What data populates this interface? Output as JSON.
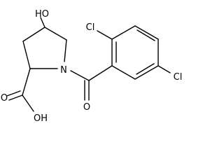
{
  "molecule": {
    "atom_labels": {
      "hydroxyl_oh": "HO",
      "nitrogen": "N",
      "carbonyl_o": "O",
      "acid_oh": "OH",
      "acid_o": "O",
      "chlorine_ortho": "Cl",
      "chlorine_meta": "Cl"
    },
    "colors": {
      "line": "#000000",
      "background": "#ffffff"
    }
  }
}
